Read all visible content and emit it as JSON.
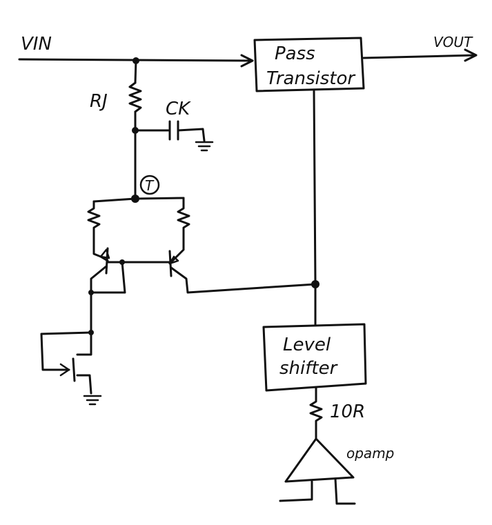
{
  "labels": {
    "vin": "VIN",
    "vout": "VOUT",
    "rj": "RJ",
    "ck": "CK",
    "t": "T",
    "pass_line1": "Pass",
    "pass_line2": "Transistor",
    "level_line1": "Level",
    "level_line2": "shifter",
    "r10": "10R",
    "opamp": "opamp"
  },
  "colors": {
    "ink": "#111111",
    "paper": "#ffffff"
  }
}
